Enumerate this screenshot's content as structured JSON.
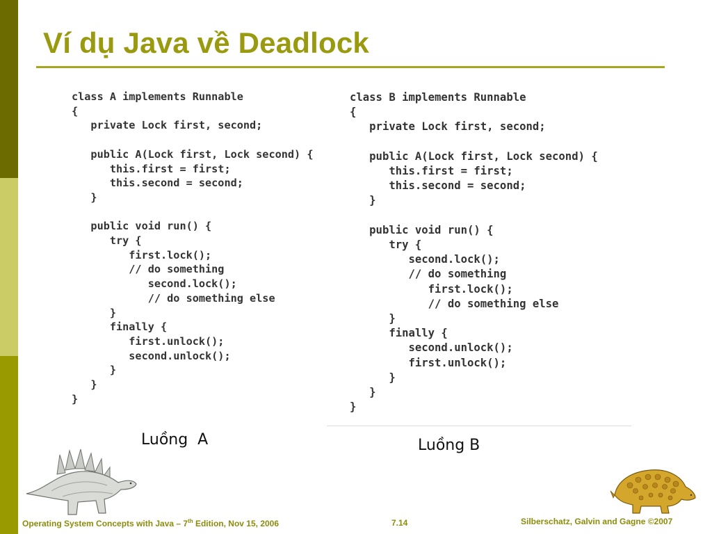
{
  "slide": {
    "title": "Ví dụ Java về Deadlock",
    "accent_color": "#9a9a10",
    "sidebar_colors": [
      "#6b6b00",
      "#cccc66",
      "#999900"
    ]
  },
  "code_a": {
    "lines": [
      "class A implements Runnable",
      "{",
      "   private Lock first, second;",
      "",
      "   public A(Lock first, Lock second) {",
      "      this.first = first;",
      "      this.second = second;",
      "   }",
      "",
      "   public void run() {",
      "      try {",
      "         first.lock();",
      "         // do something",
      "            second.lock();",
      "            // do something else",
      "      }",
      "      finally {",
      "         first.unlock();",
      "         second.unlock();",
      "      }",
      "   }",
      "}"
    ]
  },
  "code_b": {
    "lines": [
      "class B implements Runnable",
      "{",
      "   private Lock first, second;",
      "",
      "   public A(Lock first, Lock second) {",
      "      this.first = first;",
      "      this.second = second;",
      "   }",
      "",
      "   public void run() {",
      "      try {",
      "         second.lock();",
      "         // do something",
      "            first.lock();",
      "            // do something else",
      "      }",
      "      finally {",
      "         second.unlock();",
      "         first.unlock();",
      "      }",
      "   }",
      "}"
    ]
  },
  "captions": {
    "thread_a": "Luồng  A",
    "thread_b": "Luồng B"
  },
  "footer": {
    "book_prefix": "Operating System Concepts with Java – 7",
    "book_sup": "th",
    "book_suffix": " Edition, Nov 15, 2006",
    "page_number": "7.14",
    "authors": "Silberschatz, Galvin and Gagne ©2007"
  },
  "images": {
    "left": "stegosaurus-dinosaur-icon",
    "right": "ankylosaurus-dinosaur-icon"
  }
}
